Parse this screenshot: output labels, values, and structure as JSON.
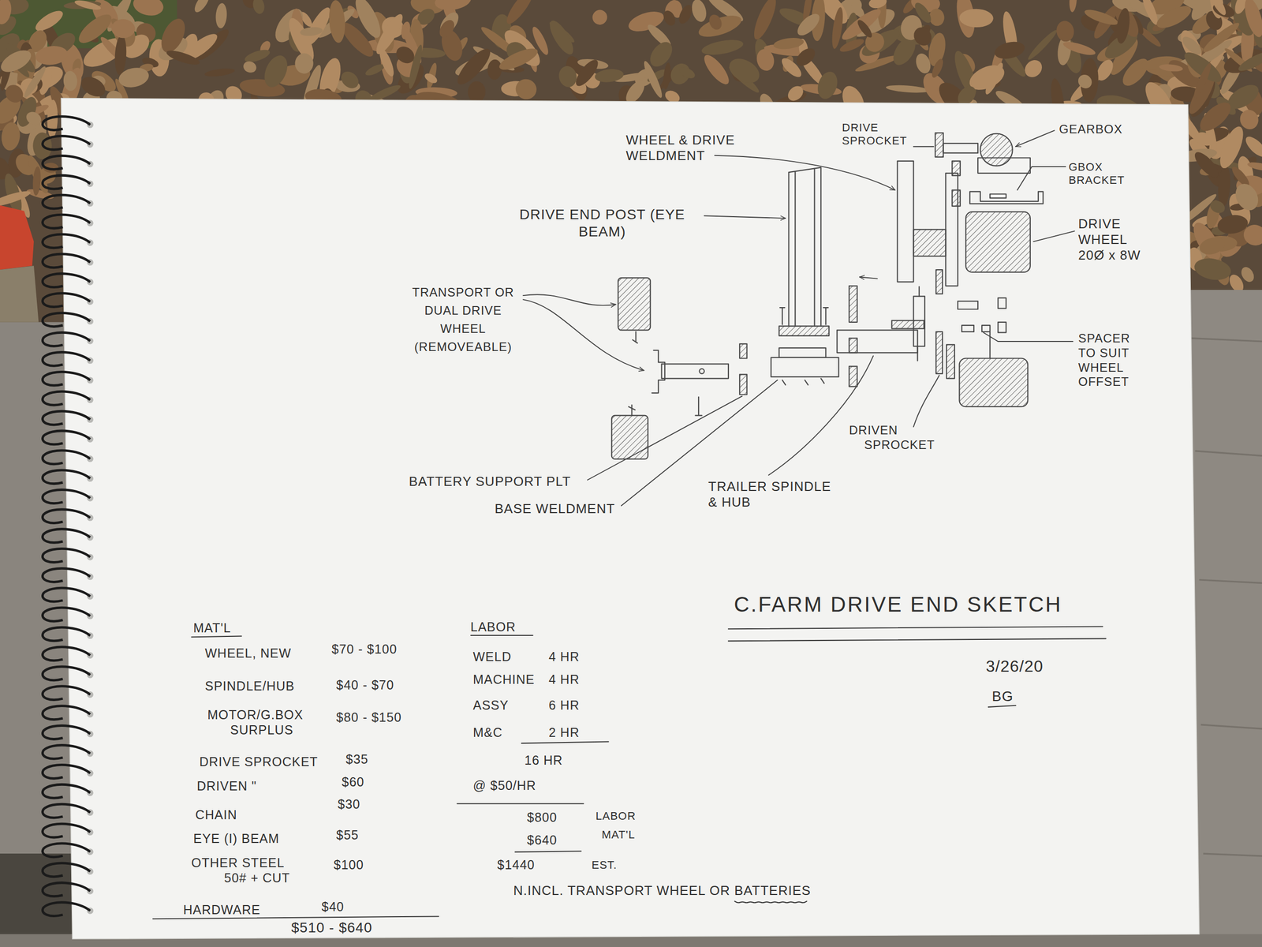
{
  "diagram": {
    "title": "C.FARM DRIVE END SKETCH",
    "labels": [
      "WHEEL & DRIVE WELDMENT",
      "DRIVE SPROCKET",
      "GEARBOX",
      "GBOX BRACKET",
      "DRIVE END POST (EYE BEAM)",
      "DRIVE WHEEL 20Ø x 8W",
      "TRANSPORT OR DUAL DRIVE WHEEL (REMOVEABLE)",
      "SPACER TO SUIT WHEEL OFFSET",
      "DRIVEN SPROCKET",
      "BATTERY SUPPORT PLT",
      "TRAILER SPINDLE & HUB",
      "BASE WELDMENT",
      "3/26/20",
      "BG",
      "MAT'L",
      "WHEEL, NEW",
      "$70 - $100",
      "SPINDLE/HUB",
      "$40 - $70",
      "MOTOR/G.BOX SURPLUS",
      "$80 - $150",
      "DRIVE SPROCKET",
      "$35",
      "DRIVEN \"",
      "$60",
      "CHAIN",
      "$30",
      "EYE (I) BEAM",
      "$55",
      "OTHER STEEL 50# + CUT",
      "$100",
      "HARDWARE",
      "$40",
      "$510 - $640",
      "LABOR",
      "WELD",
      "4 HR",
      "MACHINE",
      "4 HR",
      "ASSY",
      "6 HR",
      "M&C",
      "2 HR",
      "16 HR",
      "@ $50/HR",
      "$800",
      "LABOR",
      "$640",
      "MAT'L",
      "$1440",
      "EST.",
      "N.INCL. TRANSPORT WHEEL OR BATTERIES"
    ]
  }
}
